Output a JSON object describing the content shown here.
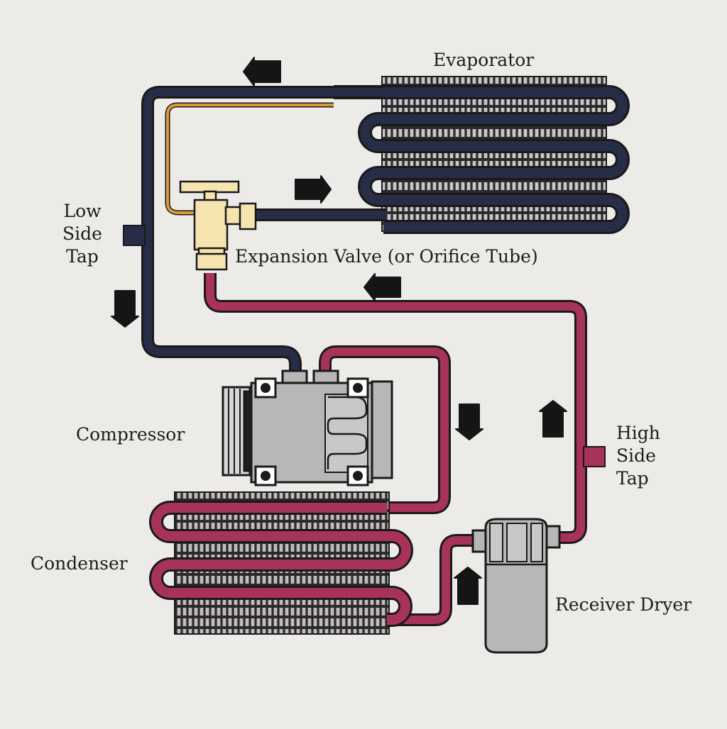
{
  "labels": {
    "evaporator": "Evaporator",
    "expansion_valve": "Expansion Valve (or Orifice Tube)",
    "low_side_tap": [
      "Low",
      "Side",
      "Tap"
    ],
    "high_side_tap": [
      "High",
      "Side",
      "Tap"
    ],
    "compressor": "Compressor",
    "condenser": "Condenser",
    "receiver_dryer": "Receiver Dryer"
  },
  "colors": {
    "background": "#ecebe8",
    "low_side_line": "#272c47",
    "high_side_line": "#a8335a",
    "sensing_bulb_line": "#d99a3a",
    "fins": "#bfbfbf",
    "component_gray": "#b7b7b7",
    "valve_body": "#f5e3b0",
    "arrow": "#151515"
  },
  "flow_arrows": [
    {
      "name": "arrow-top-left",
      "direction": "left"
    },
    {
      "name": "arrow-to-evaporator",
      "direction": "right"
    },
    {
      "name": "arrow-high-return",
      "direction": "left"
    },
    {
      "name": "arrow-low-side-down",
      "direction": "down"
    },
    {
      "name": "arrow-compressor-out-down",
      "direction": "down"
    },
    {
      "name": "arrow-high-side-up",
      "direction": "up"
    },
    {
      "name": "arrow-receiver-in-up",
      "direction": "up"
    }
  ]
}
